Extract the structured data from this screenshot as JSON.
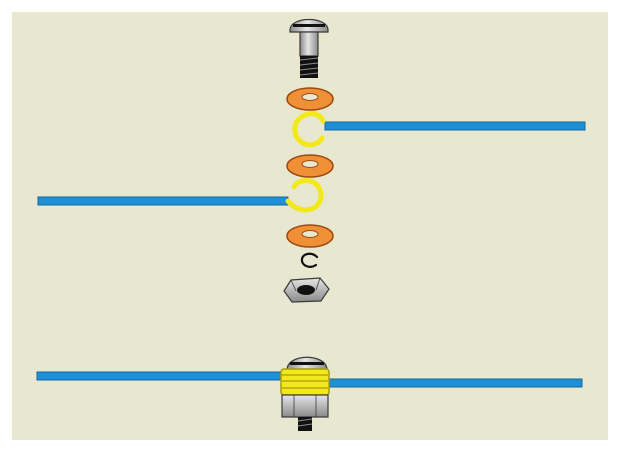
{
  "diagram": {
    "colors": {
      "background": "#e8e7cf",
      "wire": "#1f8fd6",
      "wire_edge": "#13679f",
      "washer": "#ef8f36",
      "washer_edge": "#9d4a12",
      "hook": "#f2e81a",
      "hook_edge": "#a79a10",
      "steel_light": "#e6e6e6",
      "steel_dark": "#8a8a8a",
      "steel_edge": "#3a3a3a",
      "thread": "#111111"
    },
    "parts_top_to_bottom": [
      "screw",
      "washer",
      "wire-hook-right",
      "washer",
      "wire-hook-left",
      "washer",
      "lock-washer",
      "hex-nut"
    ],
    "assembled_view": "screw-with-two-wires-clamped"
  }
}
